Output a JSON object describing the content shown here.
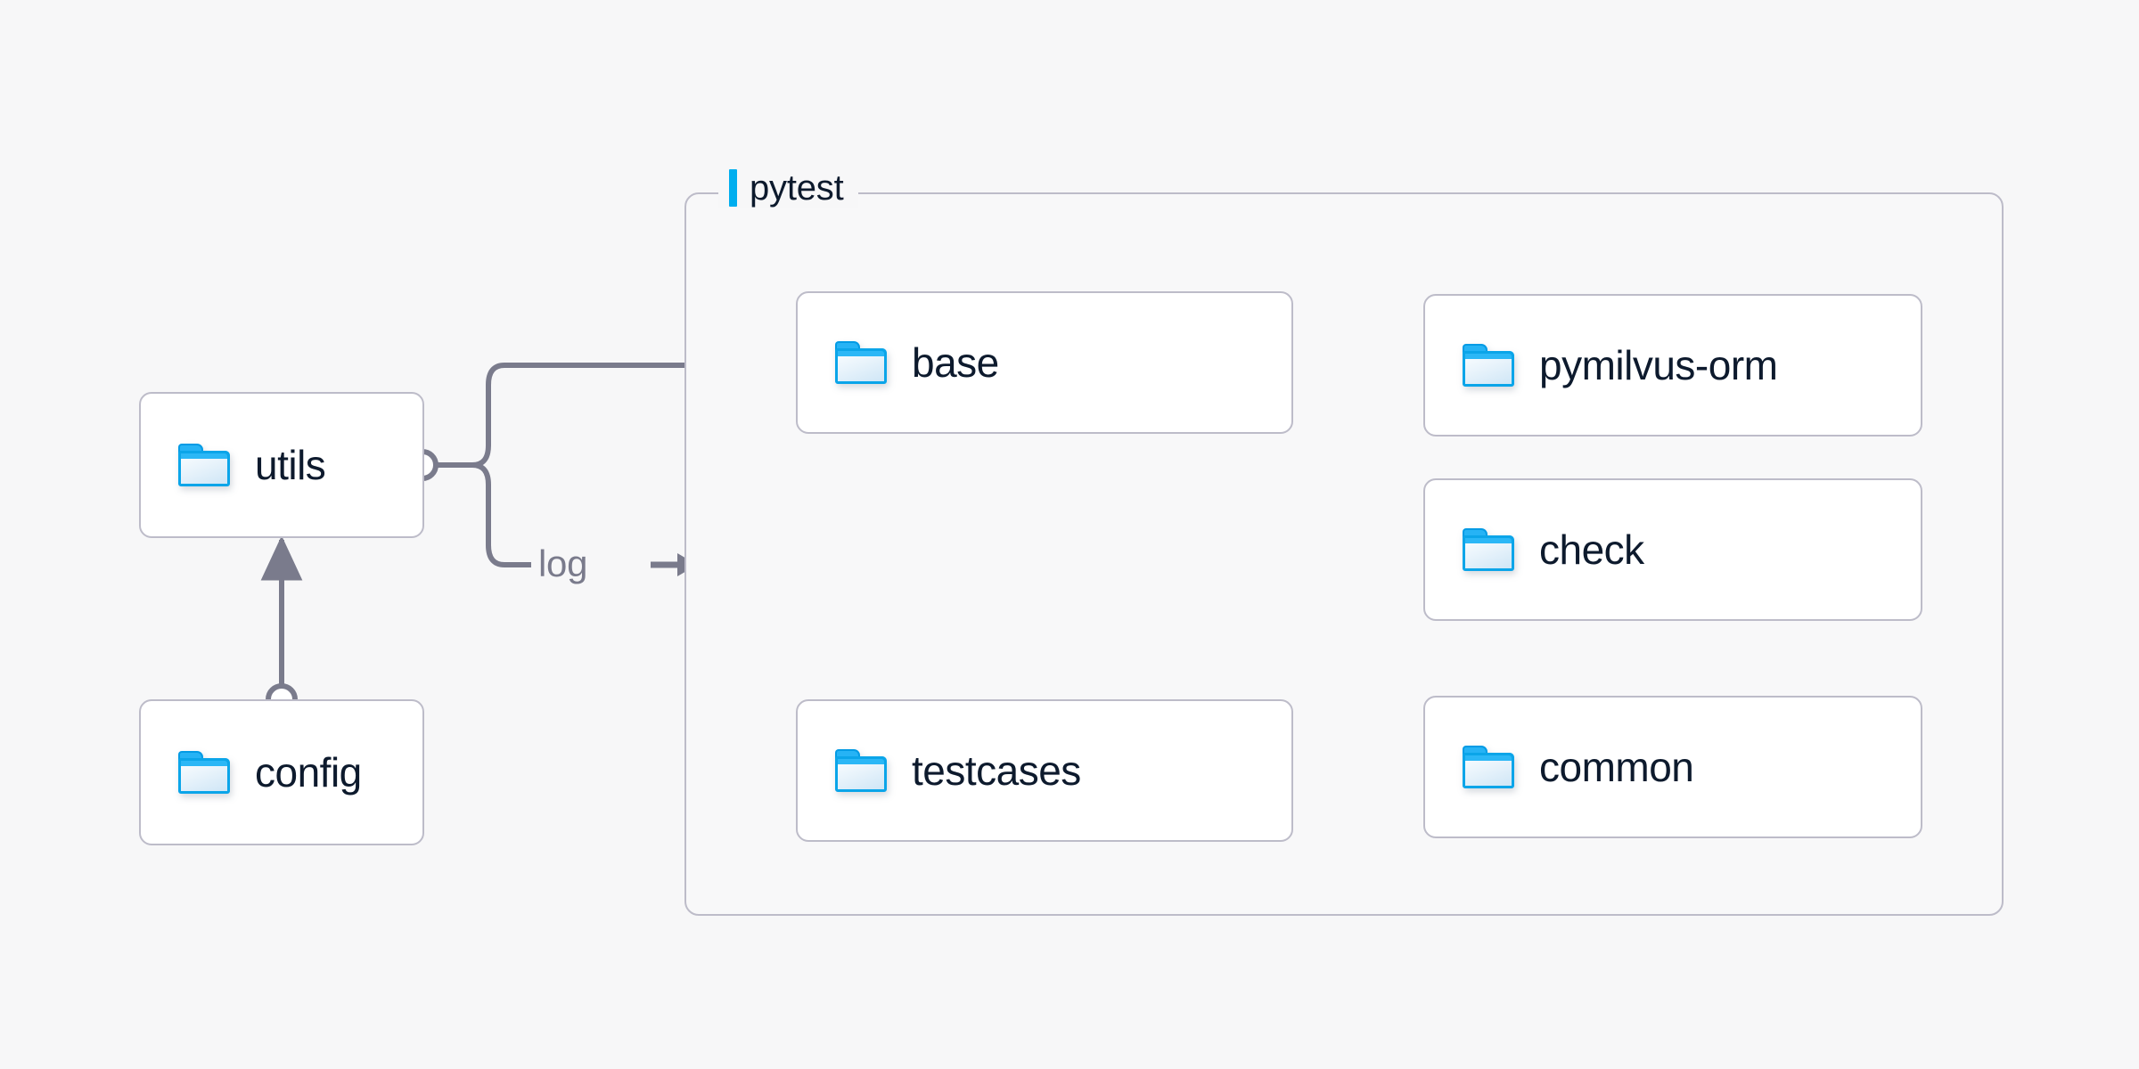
{
  "diagram": {
    "title_visible": false,
    "background_color": "#F7F7F8",
    "node_border_color": "#BDBCC9",
    "edge_color": "#7A7B8C",
    "accent_color": "#00AEEF",
    "text_color": "#0D1A2D"
  },
  "group": {
    "label": "pytest",
    "accent_color": "#00AEEF"
  },
  "nodes": [
    {
      "id": "utils",
      "label": "utils",
      "icon": "folder-icon",
      "group": null
    },
    {
      "id": "config",
      "label": "config",
      "icon": "folder-icon",
      "group": null
    },
    {
      "id": "base",
      "label": "base",
      "icon": "folder-icon",
      "group": "pytest"
    },
    {
      "id": "testcases",
      "label": "testcases",
      "icon": "folder-icon",
      "group": "pytest"
    },
    {
      "id": "pymilvus-orm",
      "label": "pymilvus-orm",
      "icon": "folder-icon",
      "group": "pytest"
    },
    {
      "id": "check",
      "label": "check",
      "icon": "folder-icon",
      "group": "pytest"
    },
    {
      "id": "common",
      "label": "common",
      "icon": "folder-icon",
      "group": "pytest"
    }
  ],
  "edges": [
    {
      "from": "utils",
      "to": "base",
      "label": "",
      "arrow": "to"
    },
    {
      "from": "utils",
      "to": "pytest",
      "label": "log",
      "arrow": "to"
    },
    {
      "from": "config",
      "to": "utils",
      "label": "",
      "arrow": "to"
    },
    {
      "from": "base",
      "to": "testcases",
      "label": "",
      "arrow": "to"
    },
    {
      "from": "pymilvus-orm",
      "to": "base",
      "label": "",
      "arrow": "to"
    },
    {
      "from": "check",
      "to": "base",
      "label": "",
      "arrow": "to"
    },
    {
      "from": "common",
      "to": "testcases",
      "label": "",
      "arrow": "to"
    }
  ],
  "edge_labels": {
    "log": "log",
    "log_arrow_glyph": "arrow-right-icon"
  }
}
